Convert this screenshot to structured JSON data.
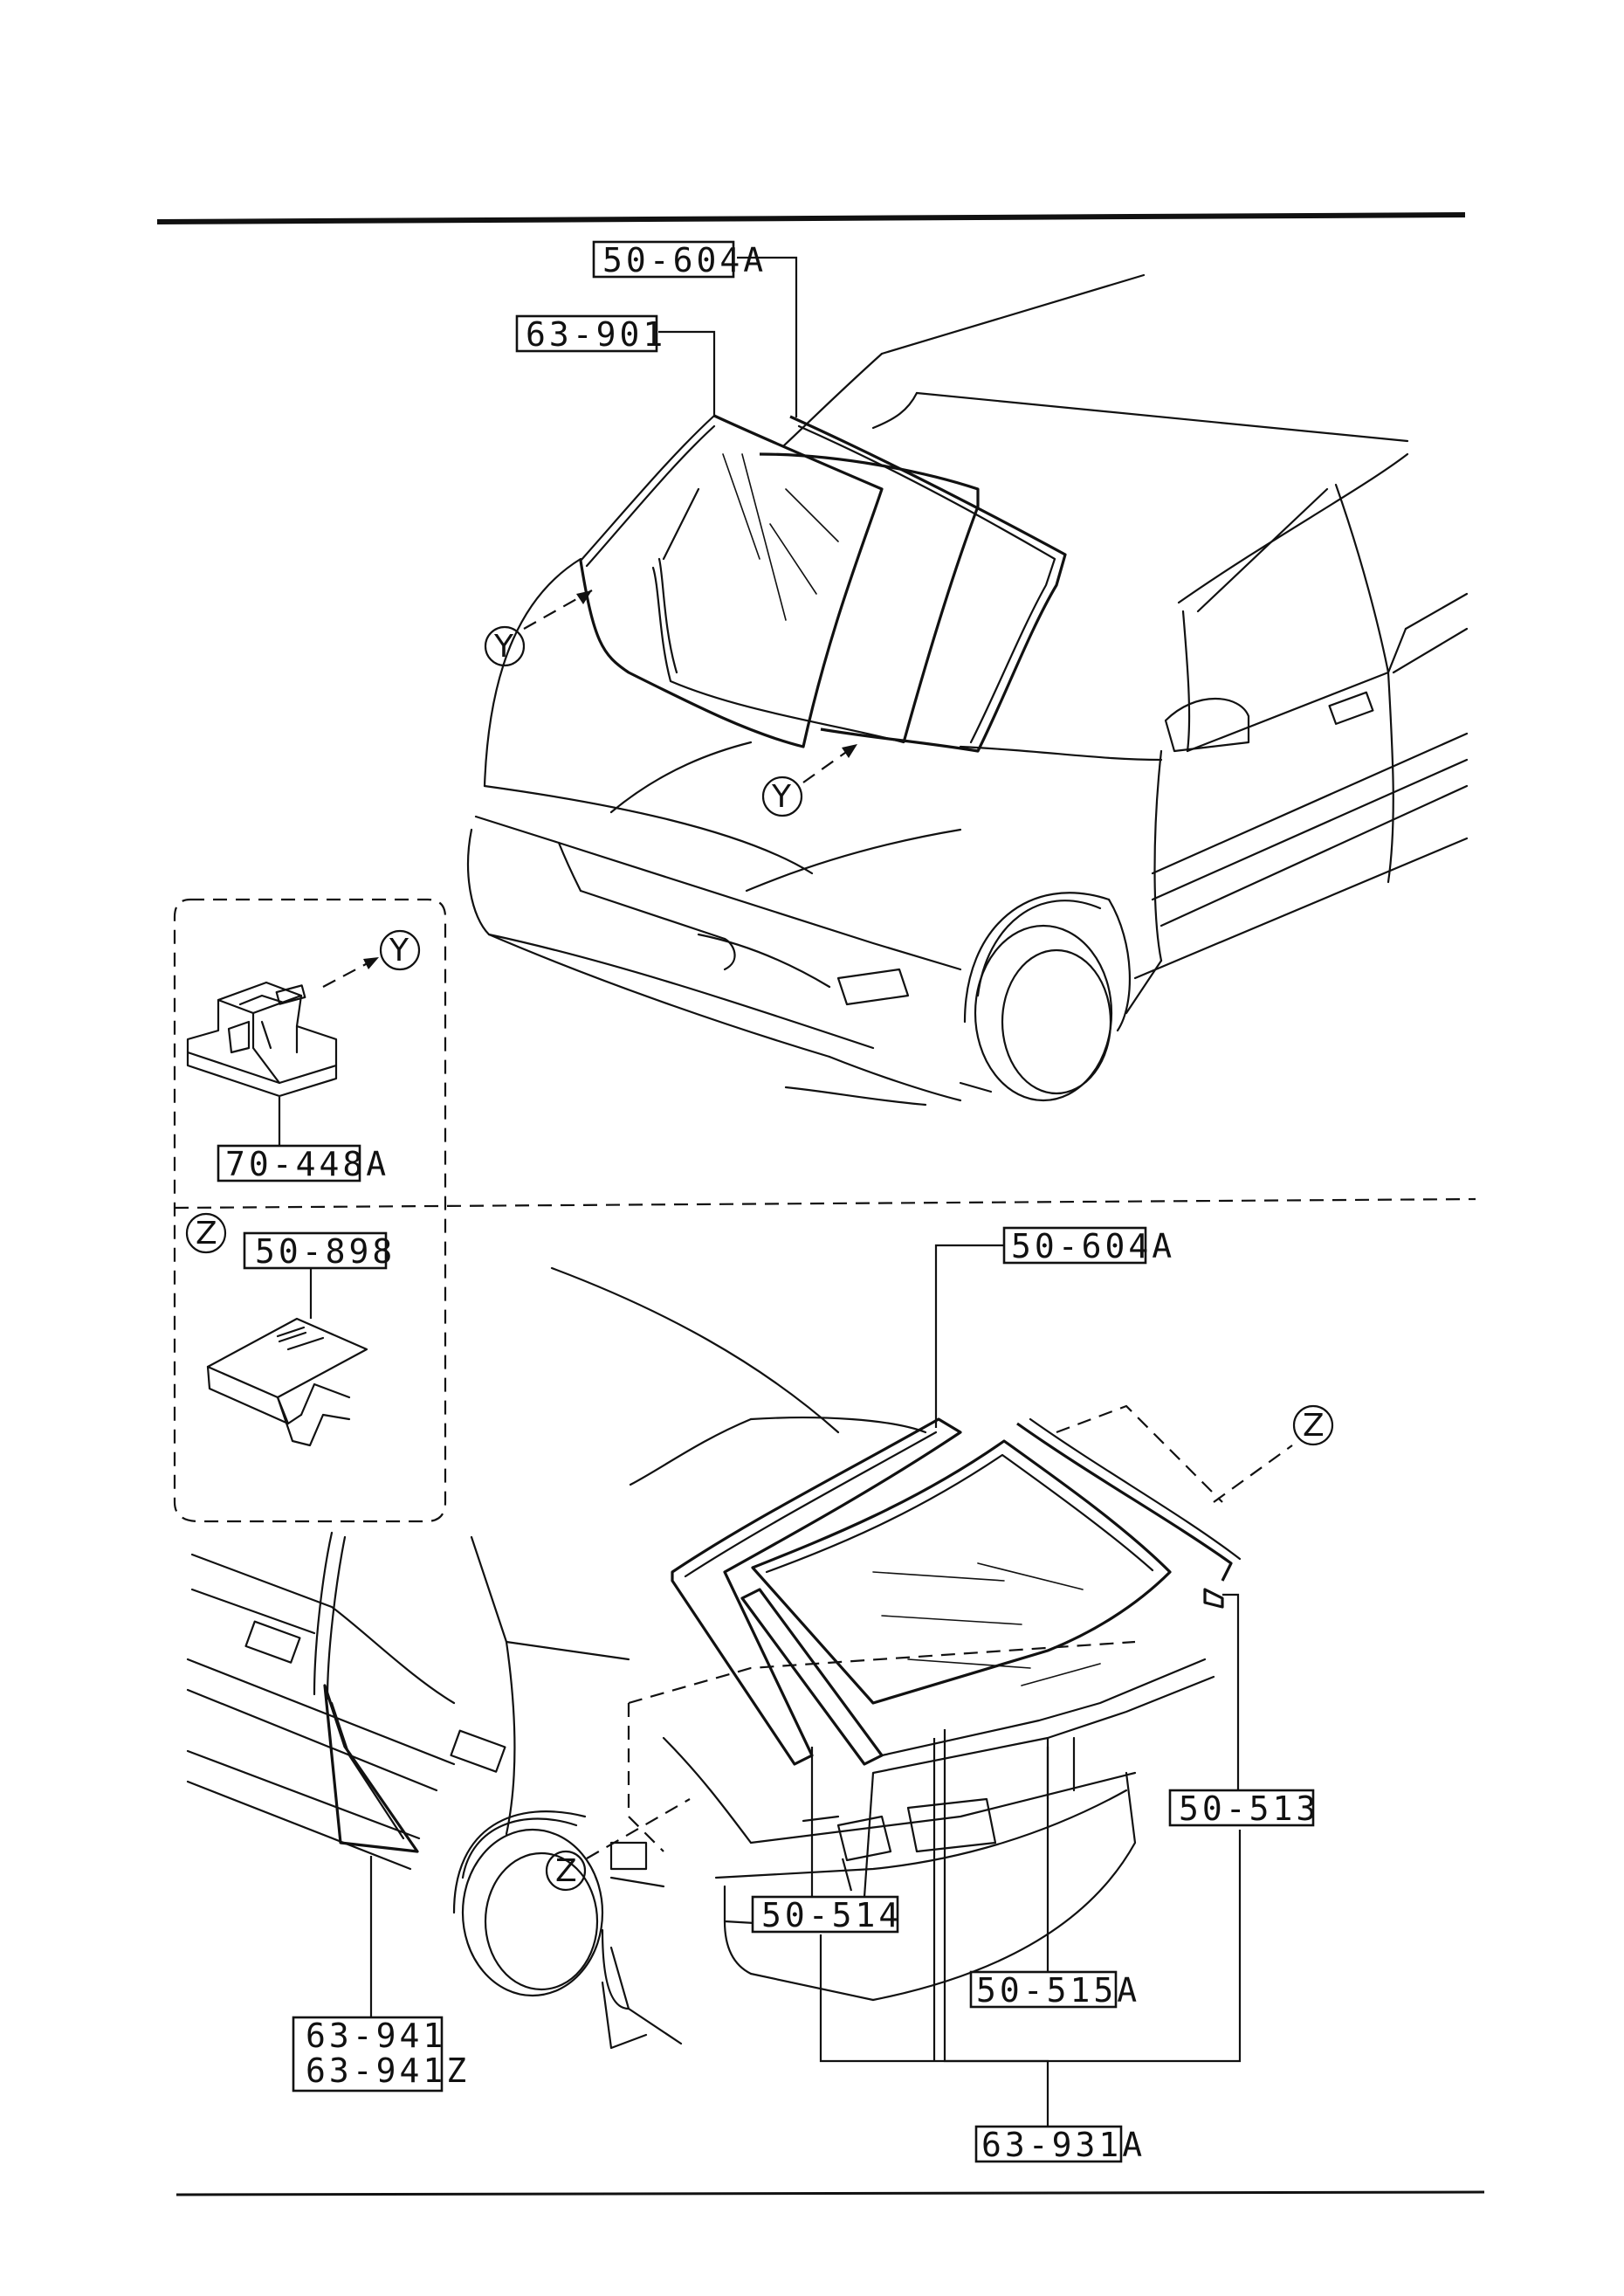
{
  "diagram": {
    "part_labels": {
      "front_molding": "50-604A",
      "windshield": "63-901",
      "clip_fastener": "70-448A",
      "clip_spacer": "50-898",
      "rear_molding": "50-604A",
      "side_molding_right": "50-513",
      "side_molding_left": "50-514",
      "lower_molding": "50-515A",
      "rear_window": "63-931A",
      "quarter_glass": "63-941",
      "quarter_glass_alt": "63-941Z"
    },
    "callouts": {
      "y": "Y",
      "z": "Z"
    }
  }
}
